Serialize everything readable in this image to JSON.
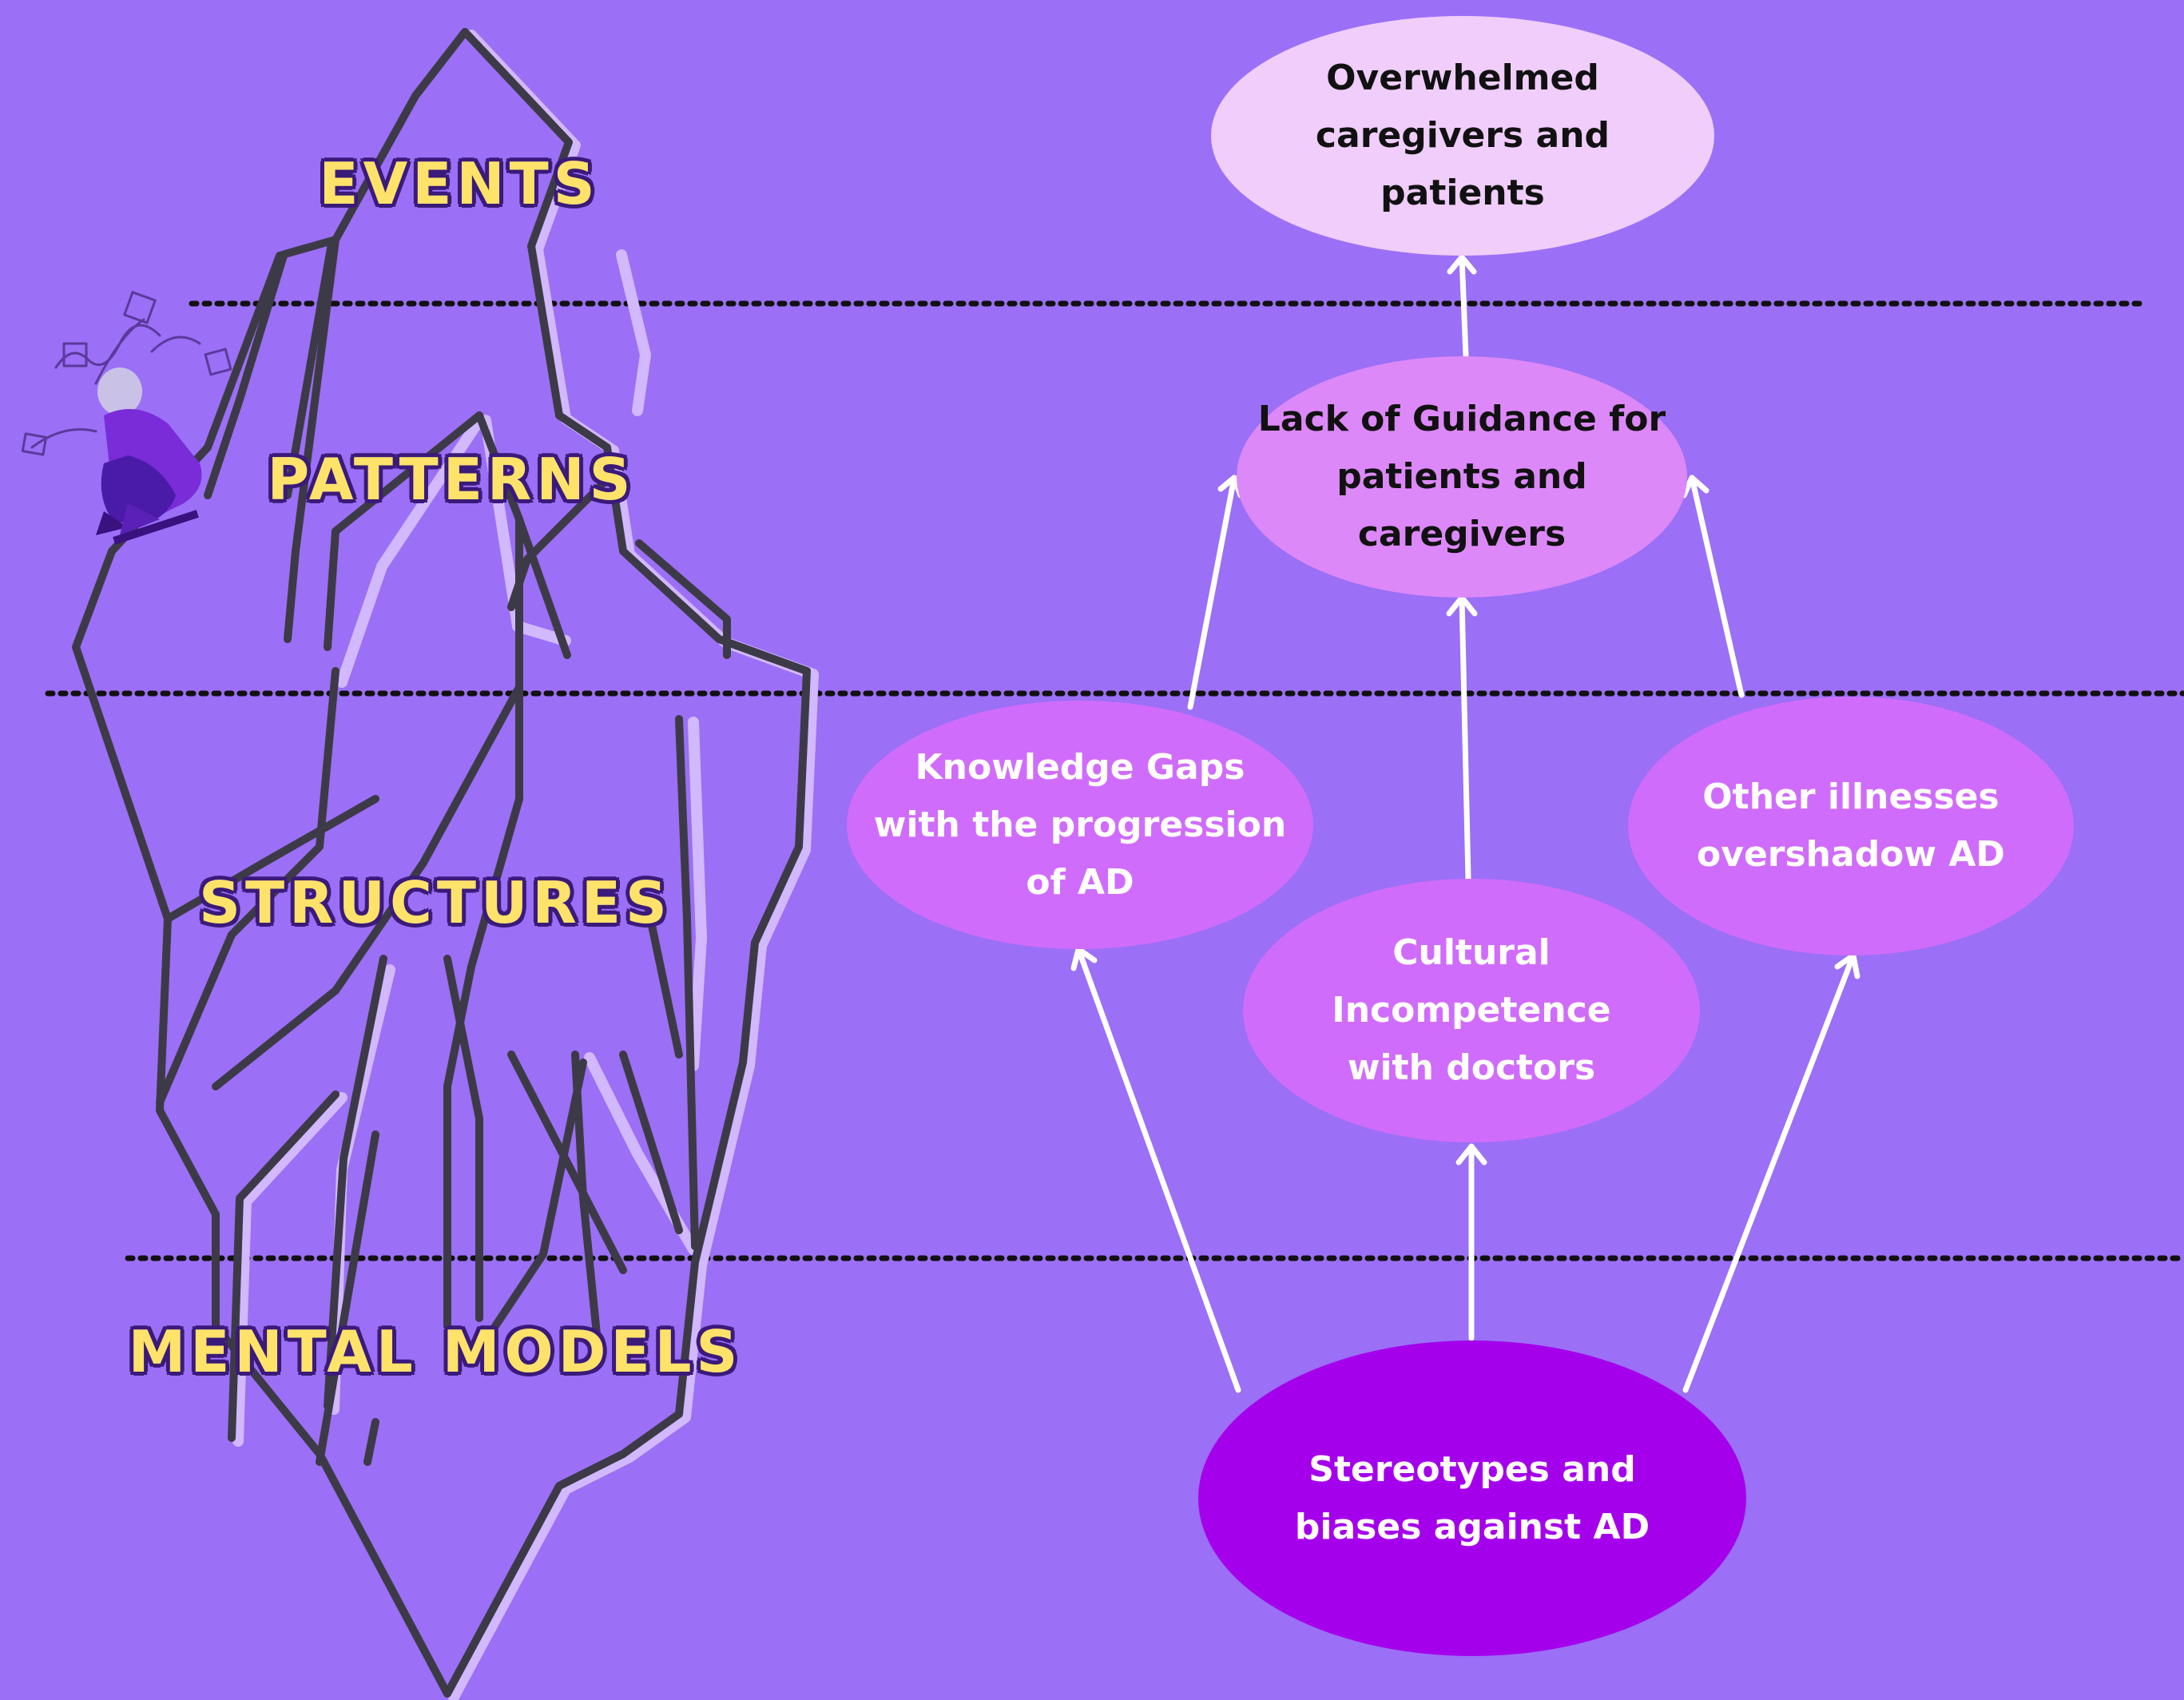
{
  "levels": {
    "events": "EVENTS",
    "patterns": "PATTERNS",
    "structures": "STRUCTURES",
    "mental_models": "MENTAL MODELS"
  },
  "nodes": {
    "overwhelmed": "Overwhelmed caregivers and patients",
    "lack_guidance": "Lack of Guidance for patients and caregivers",
    "knowledge_gaps": "Knowledge Gaps with the progression of AD",
    "other_illnesses": "Other illnesses overshadow AD",
    "cultural_incompetence": "Cultural Incompetence with doctors",
    "stereotypes": "Stereotypes and biases against AD"
  },
  "colors": {
    "background": "#9b6ff6",
    "label_fill": "#ffe26a",
    "events_node": "#f0cdfb",
    "patterns_node": "#dd88f8",
    "structures_node": "#d06cfb",
    "mental_models_node": "#a500ec"
  },
  "icons": {
    "iceberg": "iceberg-illustration",
    "person": "sitting-person-with-puzzle-pieces"
  }
}
